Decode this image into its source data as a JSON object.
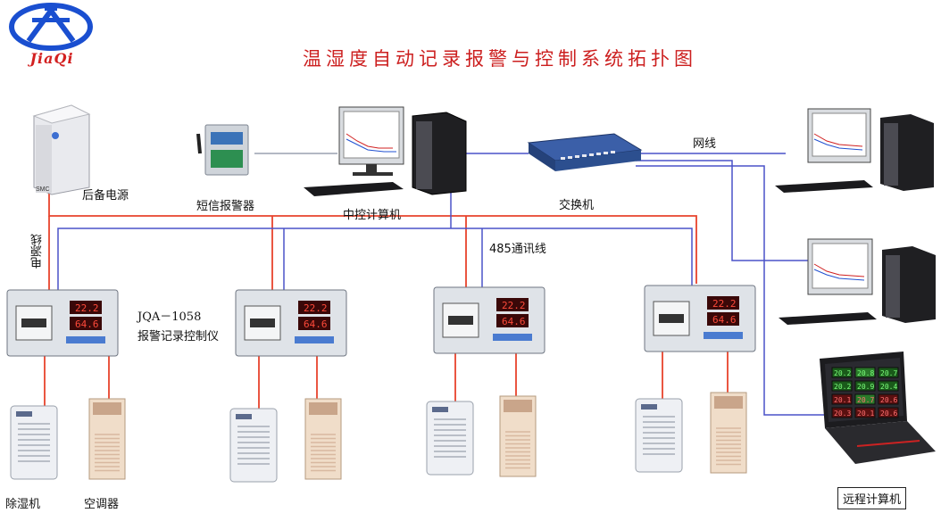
{
  "title": "温湿度自动记录报警与控制系统拓扑图",
  "logo": {
    "text": "JiaQi",
    "name": "jiaqi-logo"
  },
  "labels": {
    "ups": "后备电源",
    "sms": "短信报警器",
    "central": "中控计算机",
    "switch": "交换机",
    "network_cable": "网线",
    "rs485": "485通讯线",
    "power_cable": "电源线",
    "controller_model": "JQA－1058",
    "controller_name": "报警记录控制仪",
    "dehumidifier": "除湿机",
    "air_conditioner": "空调器",
    "remote": "远程计算机"
  },
  "controller_display": {
    "temperature": "22.2",
    "humidity": "64.6"
  },
  "laptop_readings": [
    "20.2",
    "20.8",
    "20.7",
    "20.2",
    "20.9",
    "20.4",
    "20.1",
    "20.7",
    "20.6",
    "20.3",
    "20.1",
    "20.6"
  ],
  "colors": {
    "power_line": "#e8432c",
    "comm_line": "#4a52c8",
    "title": "#cc1f1f"
  }
}
